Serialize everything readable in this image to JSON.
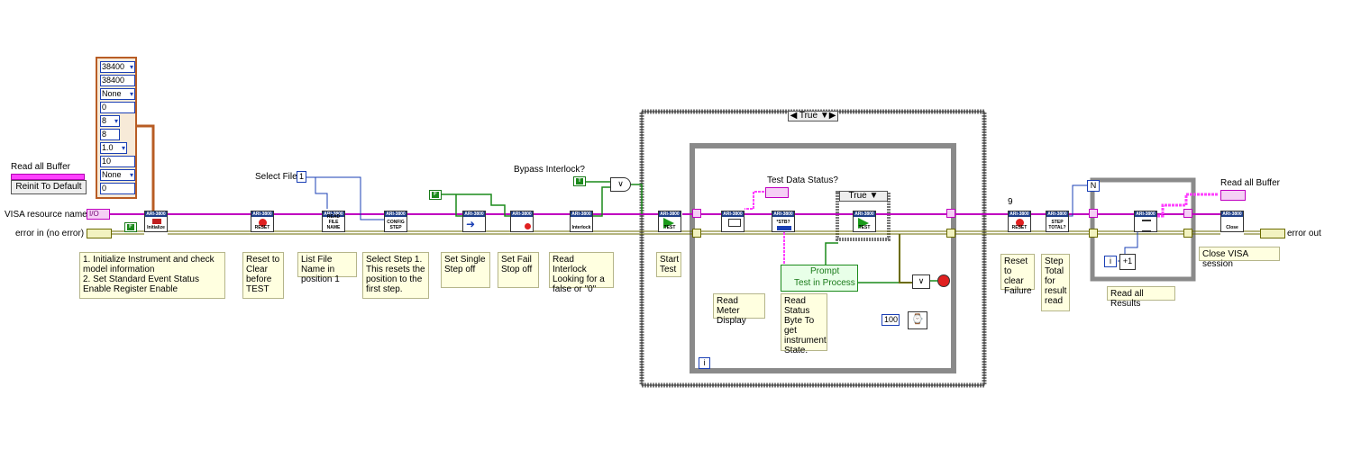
{
  "left_panel": {
    "read_all_buffer_label": "Read all Buffer",
    "reinit_button_label": "Reinit To Default",
    "visa_resource_label": "VISA resource name",
    "visa_term_text": "I/O",
    "error_in_label": "error in (no error)",
    "false_const": "F"
  },
  "cluster": {
    "items": [
      {
        "value": "38400",
        "ring": true
      },
      {
        "value": "38400",
        "ring": false
      },
      {
        "value": "None",
        "ring": true
      },
      {
        "value": "0",
        "ring": false
      },
      {
        "value": "8",
        "ring": true
      },
      {
        "value": "8",
        "ring": false
      },
      {
        "value": "1.0",
        "ring": true
      },
      {
        "value": "10",
        "ring": false
      },
      {
        "value": "None",
        "ring": true
      },
      {
        "value": "0",
        "ring": false
      }
    ]
  },
  "top_labels": {
    "select_file": "Select File",
    "select_file_value": "1",
    "bypass_interlock": "Bypass Interlock?",
    "test_data_status": "Test Data Status?",
    "read_all_buffer_right": "Read all Buffer",
    "const_9": "9",
    "const_N": "N",
    "const_100": "100",
    "const_i_inner": "i",
    "const_i_outer": "i",
    "false_const_2": "F",
    "true_const": "T"
  },
  "subvis": {
    "initialize": "Initialize",
    "reset": "RESET",
    "read_file_name": "READ\nFILE\nNAME",
    "config_step": "CONFIG\nSTEP",
    "single_step": "",
    "fail_stop": "",
    "interlock": "Interlock",
    "test": "TEST",
    "read_meter": "",
    "stb": "*STB?",
    "test_inner": "TEST",
    "reset_2": "RESET",
    "step_total": "STEP\nTOTAL?",
    "read_results": "",
    "close": "Close",
    "header": "ARI-3800"
  },
  "case_structures": {
    "outer_selector": "True",
    "inner_selector": "True"
  },
  "prompt": {
    "label": "Prompt",
    "value": "Test in Process"
  },
  "error_out_label": "error out",
  "notes": {
    "init": "1. Initialize Instrument and check model information\n2. Set Standard Event Status Enable Register Enable",
    "reset": "Reset to Clear before TEST",
    "list_file": "List File Name in position 1",
    "select_step": "Select Step 1. This resets the position to the first step.",
    "single_step": "Set Single Step off",
    "fail_stop": "Set Fail Stop off",
    "interlock": "Read Interlock Looking for a false or \"0\"",
    "start_test": "Start Test",
    "read_meter": "Read Meter Display",
    "read_status": "Read Status Byte To get instrument State.",
    "reset_failure": "Reset to clear Failure",
    "step_total": "Step Total for result read",
    "read_all_results": "Read all Results",
    "close_visa": "Close VISA session"
  },
  "colors": {
    "visa_wire": "#c000c0",
    "error_wire": "#6b6b00",
    "bool_wire": "#1a8a1a",
    "int_wire": "#1a3fb5",
    "string_wire": "#ff40ff",
    "cluster_wire": "#b85c24",
    "subvi_header": "#1e3f8a"
  }
}
